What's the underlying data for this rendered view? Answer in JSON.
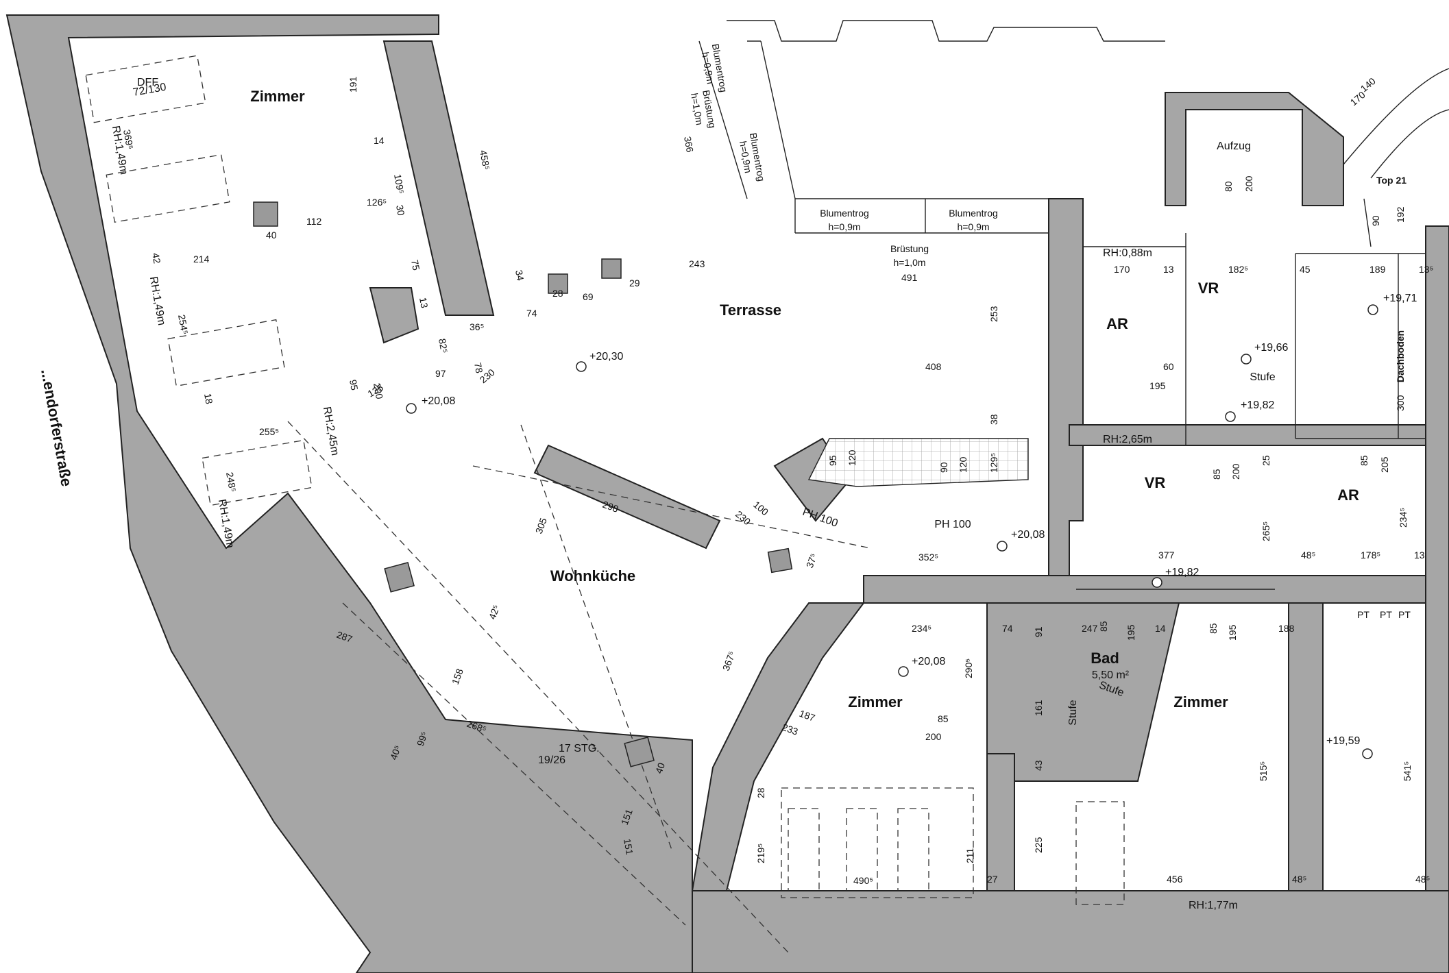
{
  "street": "...endorferstraße",
  "rooms": {
    "zimmer_top_left": "Zimmer",
    "wohnkueche": "Wohnküche",
    "terrasse": "Terrasse",
    "aufzug": "Aufzug",
    "ar_1": "AR",
    "vr_1": "VR",
    "vr_2": "VR",
    "ar_2": "AR",
    "zimmer_mid": "Zimmer",
    "bad": "Bad",
    "bad_area": "5,50 m²",
    "zimmer_right": "Zimmer",
    "dachboden": "Dachboden",
    "top": "Top 21",
    "stairs": "17 STG.",
    "stairs_ratio": "19/26"
  },
  "labels": {
    "blumentrog_1": "Blumentrog",
    "blumentrog_1_h": "h=0,9m",
    "blumentrog_2": "Blumentrog",
    "blumentrog_2_h": "h=0,9m",
    "bruestung_1": "Brüstung",
    "bruestung_1_h": "h=1,0m",
    "bruestung_2": "Brüstung",
    "bruestung_2_h": "h=1,0m",
    "blumentrog_v1": "Blumentrog",
    "blumentrog_v1_h": "h=0,9m",
    "blumentrog_v2": "Blumentrog",
    "blumentrog_v2_h": "h=0,9m",
    "stufe_1": "Stufe",
    "stufe_2": "Stufe",
    "stufe_3": "Stufe",
    "rh_088": "RH:0,88m",
    "rh_265": "RH:2,65m",
    "rh_149_a": "RH:1,49m",
    "rh_149_b": "RH:1,49m",
    "rh_149_c": "RH:1,49m",
    "rh_245": "RH:2,45m",
    "rh_177": "RH:1,77m",
    "ph_100_a": "PH 100",
    "ph_100_b": "PH 100",
    "dff": "DFF",
    "dff_size": "72/130",
    "pt": "PT"
  },
  "levels": {
    "l2030": "+20,30",
    "l2008_a": "+20,08",
    "l2008_b": "+20,08",
    "l2008_c": "+20,08",
    "l1966": "+19,66",
    "l1982_a": "+19,82",
    "l1982_b": "+19,82",
    "l1971": "+19,71",
    "l1959": "+19,59"
  },
  "dims": {
    "d191": "191",
    "d14": "14",
    "d369": "369⁵",
    "d109": "109⁵",
    "d126": "126⁵",
    "d30": "30",
    "d112": "112",
    "d40a": "40",
    "d42": "42",
    "d214": "214",
    "d75": "75",
    "d13a": "13",
    "d254": "254⁵",
    "d82": "82⁵",
    "d36": "36⁵",
    "d74a": "74",
    "d28": "28",
    "d69": "69",
    "d29": "29",
    "d243": "243",
    "d458": "458⁵",
    "d34": "34",
    "d366": "366",
    "d491": "491",
    "d253": "253",
    "d408": "408",
    "d38": "38",
    "d129": "129⁵",
    "d95a": "95",
    "d120a": "120",
    "d90": "90",
    "d120b": "120",
    "d97": "97",
    "d78": "78",
    "d230a": "230",
    "d135": "135",
    "d200a": "200",
    "d95b": "95",
    "d18": "18",
    "d255": "255⁵",
    "d248": "248⁵",
    "d298": "298",
    "d305": "305",
    "d100": "100",
    "d230b": "230",
    "d352": "352⁵",
    "d37": "37⁵",
    "d287": "287",
    "d42b": "42⁵",
    "d158": "158",
    "d367": "367⁵",
    "d268": "268⁵",
    "d99": "99⁵",
    "d40b": "40⁵",
    "d187": "187",
    "d233": "233",
    "d40c": "40",
    "d151a": "151",
    "d151b": "151",
    "d234": "234⁵",
    "d290": "290⁵",
    "d74b": "74",
    "d85a": "85",
    "d200b": "200",
    "d28b": "28",
    "d219": "219⁵",
    "d490": "490⁵",
    "d211": "211",
    "d27": "27",
    "d91": "91",
    "d161": "161",
    "d43": "43",
    "d225": "225",
    "d456": "456",
    "d247": "247",
    "d85b": "85",
    "d195a": "195",
    "d14b": "14",
    "d85c": "85",
    "d195b": "195",
    "d188": "188",
    "d515": "515⁵",
    "d48a": "48⁵",
    "d170": "170",
    "d13b": "13",
    "d182": "182⁵",
    "d45": "45",
    "d189": "189",
    "d13c": "13⁵",
    "d60": "60",
    "d195c": "195",
    "d80": "80",
    "d200c": "200",
    "d85d": "85",
    "d200d": "200",
    "d25": "25",
    "d265": "265⁵",
    "d377": "377",
    "d48b": "48⁵",
    "d178": "178⁵",
    "d13d": "13",
    "d234b": "234⁵",
    "d85e": "85",
    "d205": "205",
    "d300": "300",
    "d90b": "90",
    "d192": "192",
    "d140": "140",
    "d170b": "170",
    "d541": "541⁵",
    "d48c": "48⁵"
  }
}
